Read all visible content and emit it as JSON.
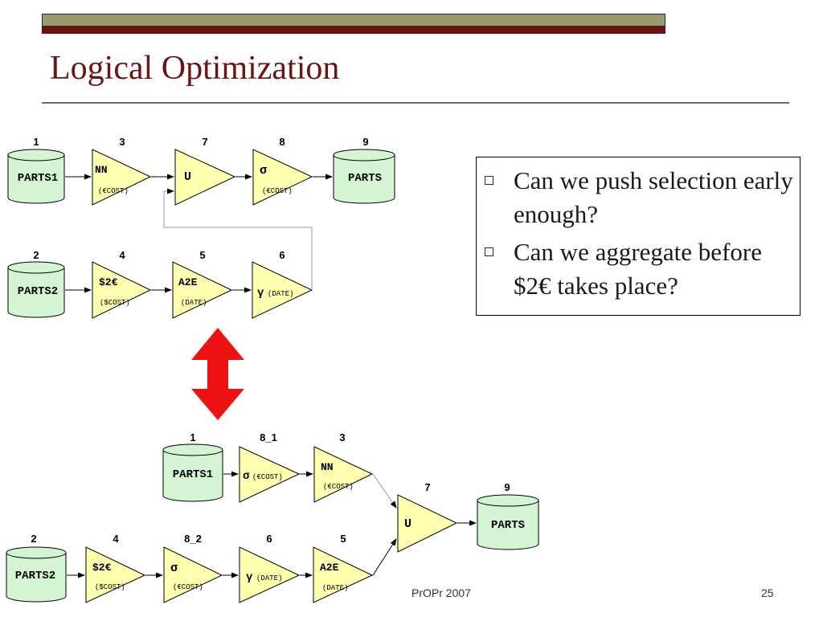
{
  "slide": {
    "title": "Logical Optimization",
    "footer": "PrOPr 2007",
    "page_number": "25"
  },
  "bullets": [
    "Can we push selection early enough?",
    "Can we aggregate before $2€ takes place?"
  ],
  "colors": {
    "store_fill": "#d4f4d4",
    "activity_fill": "#ffffb0",
    "arrow_red": "#ee1111",
    "title_color": "#6b1414"
  },
  "diagram_top": {
    "nodes": [
      {
        "id": "1",
        "label": "PARTS1",
        "kind": "store"
      },
      {
        "id": "3",
        "label": "NN",
        "sub": "(€COST)",
        "kind": "activity"
      },
      {
        "id": "7",
        "label": "U",
        "kind": "activity"
      },
      {
        "id": "8",
        "label": "σ",
        "sub": "(€COST)",
        "kind": "activity"
      },
      {
        "id": "9",
        "label": "PARTS",
        "kind": "store"
      },
      {
        "id": "2",
        "label": "PARTS2",
        "kind": "store"
      },
      {
        "id": "4",
        "label": "$2€",
        "sub": "($COST)",
        "kind": "activity"
      },
      {
        "id": "5",
        "label": "A2E",
        "sub": "(DATE)",
        "kind": "activity"
      },
      {
        "id": "6",
        "label": "γ",
        "sub": "(DATE)",
        "kind": "activity"
      }
    ]
  },
  "diagram_bottom": {
    "nodes": [
      {
        "id": "1",
        "label": "PARTS1",
        "kind": "store"
      },
      {
        "id": "8_1",
        "label": "σ",
        "sub": "(€COST)",
        "kind": "activity"
      },
      {
        "id": "3",
        "label": "NN",
        "sub": "(€COST)",
        "kind": "activity"
      },
      {
        "id": "7",
        "label": "U",
        "kind": "activity"
      },
      {
        "id": "9",
        "label": "PARTS",
        "kind": "store"
      },
      {
        "id": "2",
        "label": "PARTS2",
        "kind": "store"
      },
      {
        "id": "4",
        "label": "$2€",
        "sub": "($COST)",
        "kind": "activity"
      },
      {
        "id": "8_2",
        "label": "σ",
        "sub": "(€COST)",
        "kind": "activity"
      },
      {
        "id": "6",
        "label": "γ",
        "sub": "(DATE)",
        "kind": "activity"
      },
      {
        "id": "5",
        "label": "A2E",
        "sub": "(DATE)",
        "kind": "activity"
      }
    ]
  }
}
